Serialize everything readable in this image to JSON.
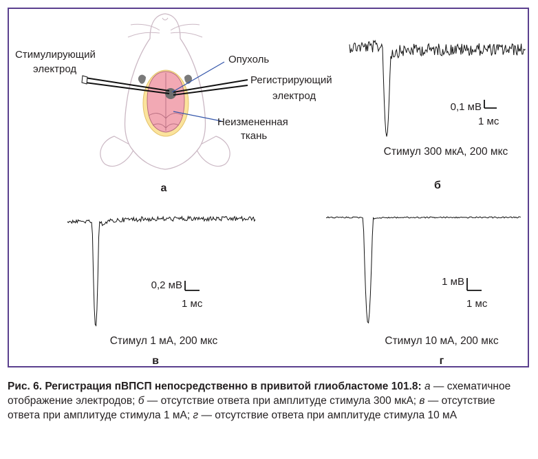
{
  "panels": {
    "a": {
      "letter": "а",
      "labels": {
        "stim_electrode_1": "Стимулирующий",
        "stim_electrode_2": "электрод",
        "tumor": "Опухоль",
        "rec_electrode_1": "Регистрирующий",
        "rec_electrode_2": "электрод",
        "tissue_1": "Неизмененная",
        "tissue_2": "ткань"
      }
    },
    "b": {
      "letter": "б",
      "stimulus": "Стимул 300 мкА, 200 мкс",
      "scale_v": "0,1 мВ",
      "scale_t": "1 мс"
    },
    "v": {
      "letter": "в",
      "stimulus": "Стимул 1 мА, 200 мкс",
      "scale_v": "0,2 мВ",
      "scale_t": "1 мс"
    },
    "g": {
      "letter": "г",
      "stimulus": "Стимул 10 мА, 200 мкс",
      "scale_v": "1 мВ",
      "scale_t": "1 мс"
    }
  },
  "caption": {
    "title": "Рис. 6. Регистрация пВПСП непосредственно в привитой глиобластоме 101.8:",
    "parts": [
      {
        "letter": "а",
        "text": " — схематичное отображение электродов; "
      },
      {
        "letter": "б",
        "text": " — отсутствие ответа при амплитуде стимула 300 мкА; "
      },
      {
        "letter": "в",
        "text": " — отсутствие ответа при амплитуде стимула 1 мА; "
      },
      {
        "letter": "г",
        "text": " — отсутствие ответа при амплитуде стимула 10 мА"
      }
    ]
  },
  "colors": {
    "frame": "#5a3f8e",
    "brain": "#f2a9b4",
    "tumor_zone": "#fbe39c",
    "tumor": "#6e6e6e",
    "pointer_line": "#3355aa"
  }
}
